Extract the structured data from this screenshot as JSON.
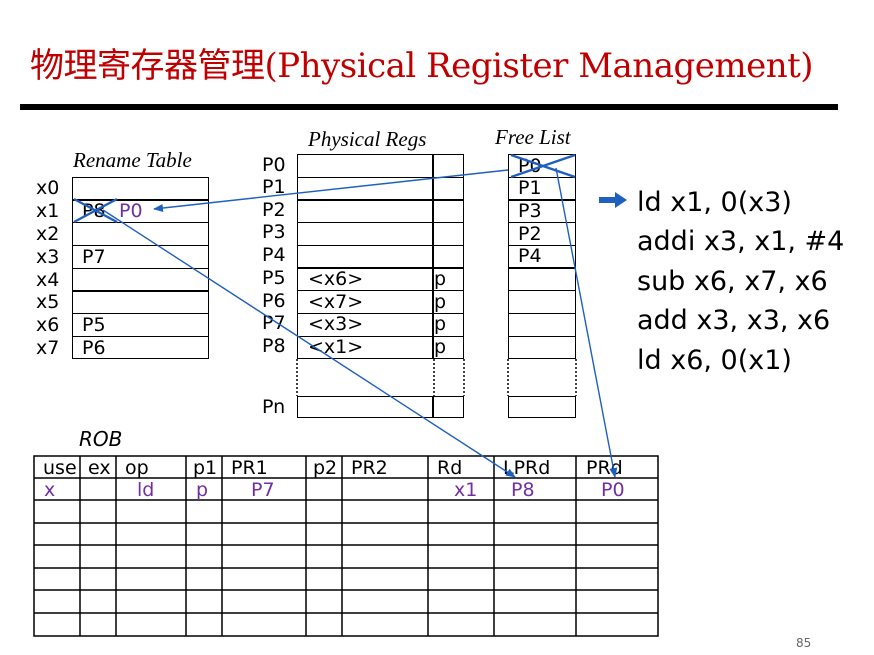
{
  "title": "物理寄存器管理(Physical Register Management)",
  "rename_table": {
    "header": "Rename Table",
    "row_labels": [
      "x0",
      "x1",
      "x2",
      "x3",
      "x4",
      "x5",
      "x6",
      "x7"
    ],
    "entries": [
      "",
      "P8",
      "",
      "P7",
      "",
      "",
      "P5",
      "P6"
    ],
    "x1_new": "P0"
  },
  "physical_regs": {
    "header": "Physical Regs",
    "row_labels": [
      "P0",
      "P1",
      "P2",
      "P3",
      "P4",
      "P5",
      "P6",
      "P7",
      "P8"
    ],
    "last_label": "Pn",
    "values": [
      "",
      "",
      "",
      "",
      "",
      "<x6>",
      "<x7>",
      "<x3>",
      "<x1>"
    ],
    "flags": [
      "",
      "",
      "",
      "",
      "",
      "p",
      "p",
      "p",
      "p"
    ]
  },
  "free_list": {
    "header": "Free List",
    "entries": [
      "P0",
      "P1",
      "P3",
      "P2",
      "P4"
    ]
  },
  "instructions": [
    "ld x1, 0(x3)",
    "addi x3, x1, #4",
    "sub x6, x7, x6",
    "add x3, x3, x6",
    "ld x6, 0(x1)"
  ],
  "rob": {
    "title": "ROB",
    "headers": [
      "use",
      "ex",
      "op",
      "p1",
      "PR1",
      "p2",
      "PR2",
      "Rd",
      "LPRd",
      "PRd"
    ],
    "row1": [
      "x",
      "",
      "ld",
      "p",
      "P7",
      "",
      "",
      "x1",
      "P8",
      "P0"
    ]
  },
  "page_number": "85",
  "colors": {
    "title": "#c00000",
    "accent": "#7030a0",
    "arrow": "#1f5fbf",
    "cross": "#1f5fbf"
  }
}
